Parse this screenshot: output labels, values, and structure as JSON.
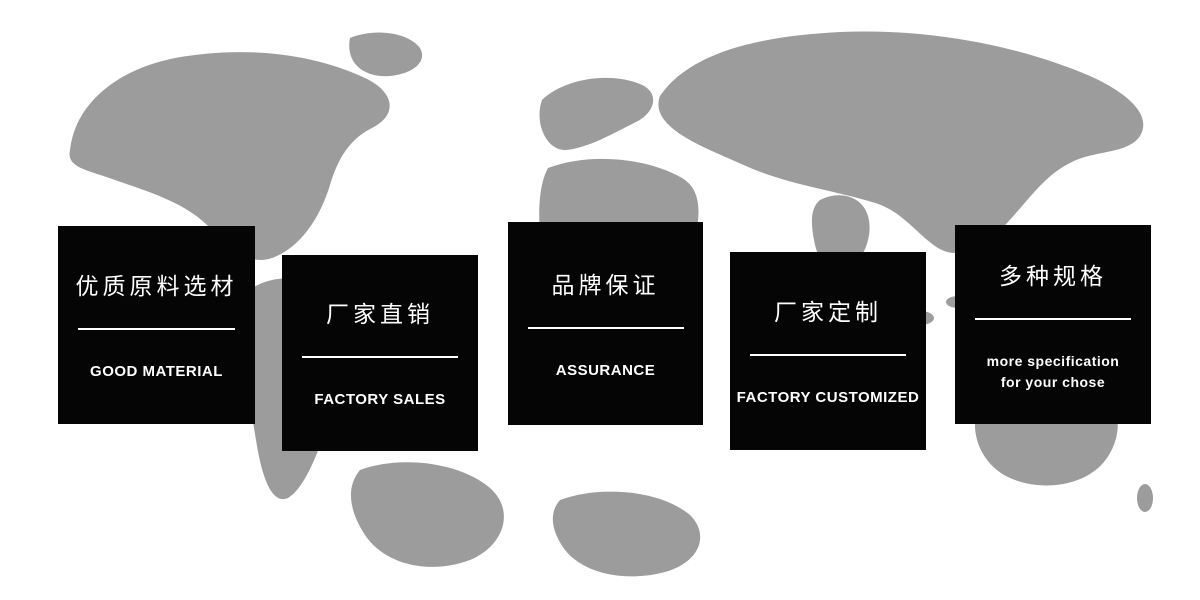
{
  "colors": {
    "map_gray": "#9c9c9c",
    "card_background": "#050505",
    "card_text": "#ffffff"
  },
  "cards": [
    {
      "title_zh": "优质原料选材",
      "title_en": "GOOD MATERIAL"
    },
    {
      "title_zh": "厂家直销",
      "title_en": "FACTORY SALES"
    },
    {
      "title_zh": "品牌保证",
      "title_en": "ASSURANCE"
    },
    {
      "title_zh": "厂家定制",
      "title_en": "FACTORY CUSTOMIZED"
    },
    {
      "title_zh": "多种规格",
      "title_en": "more specification for your chose"
    }
  ]
}
